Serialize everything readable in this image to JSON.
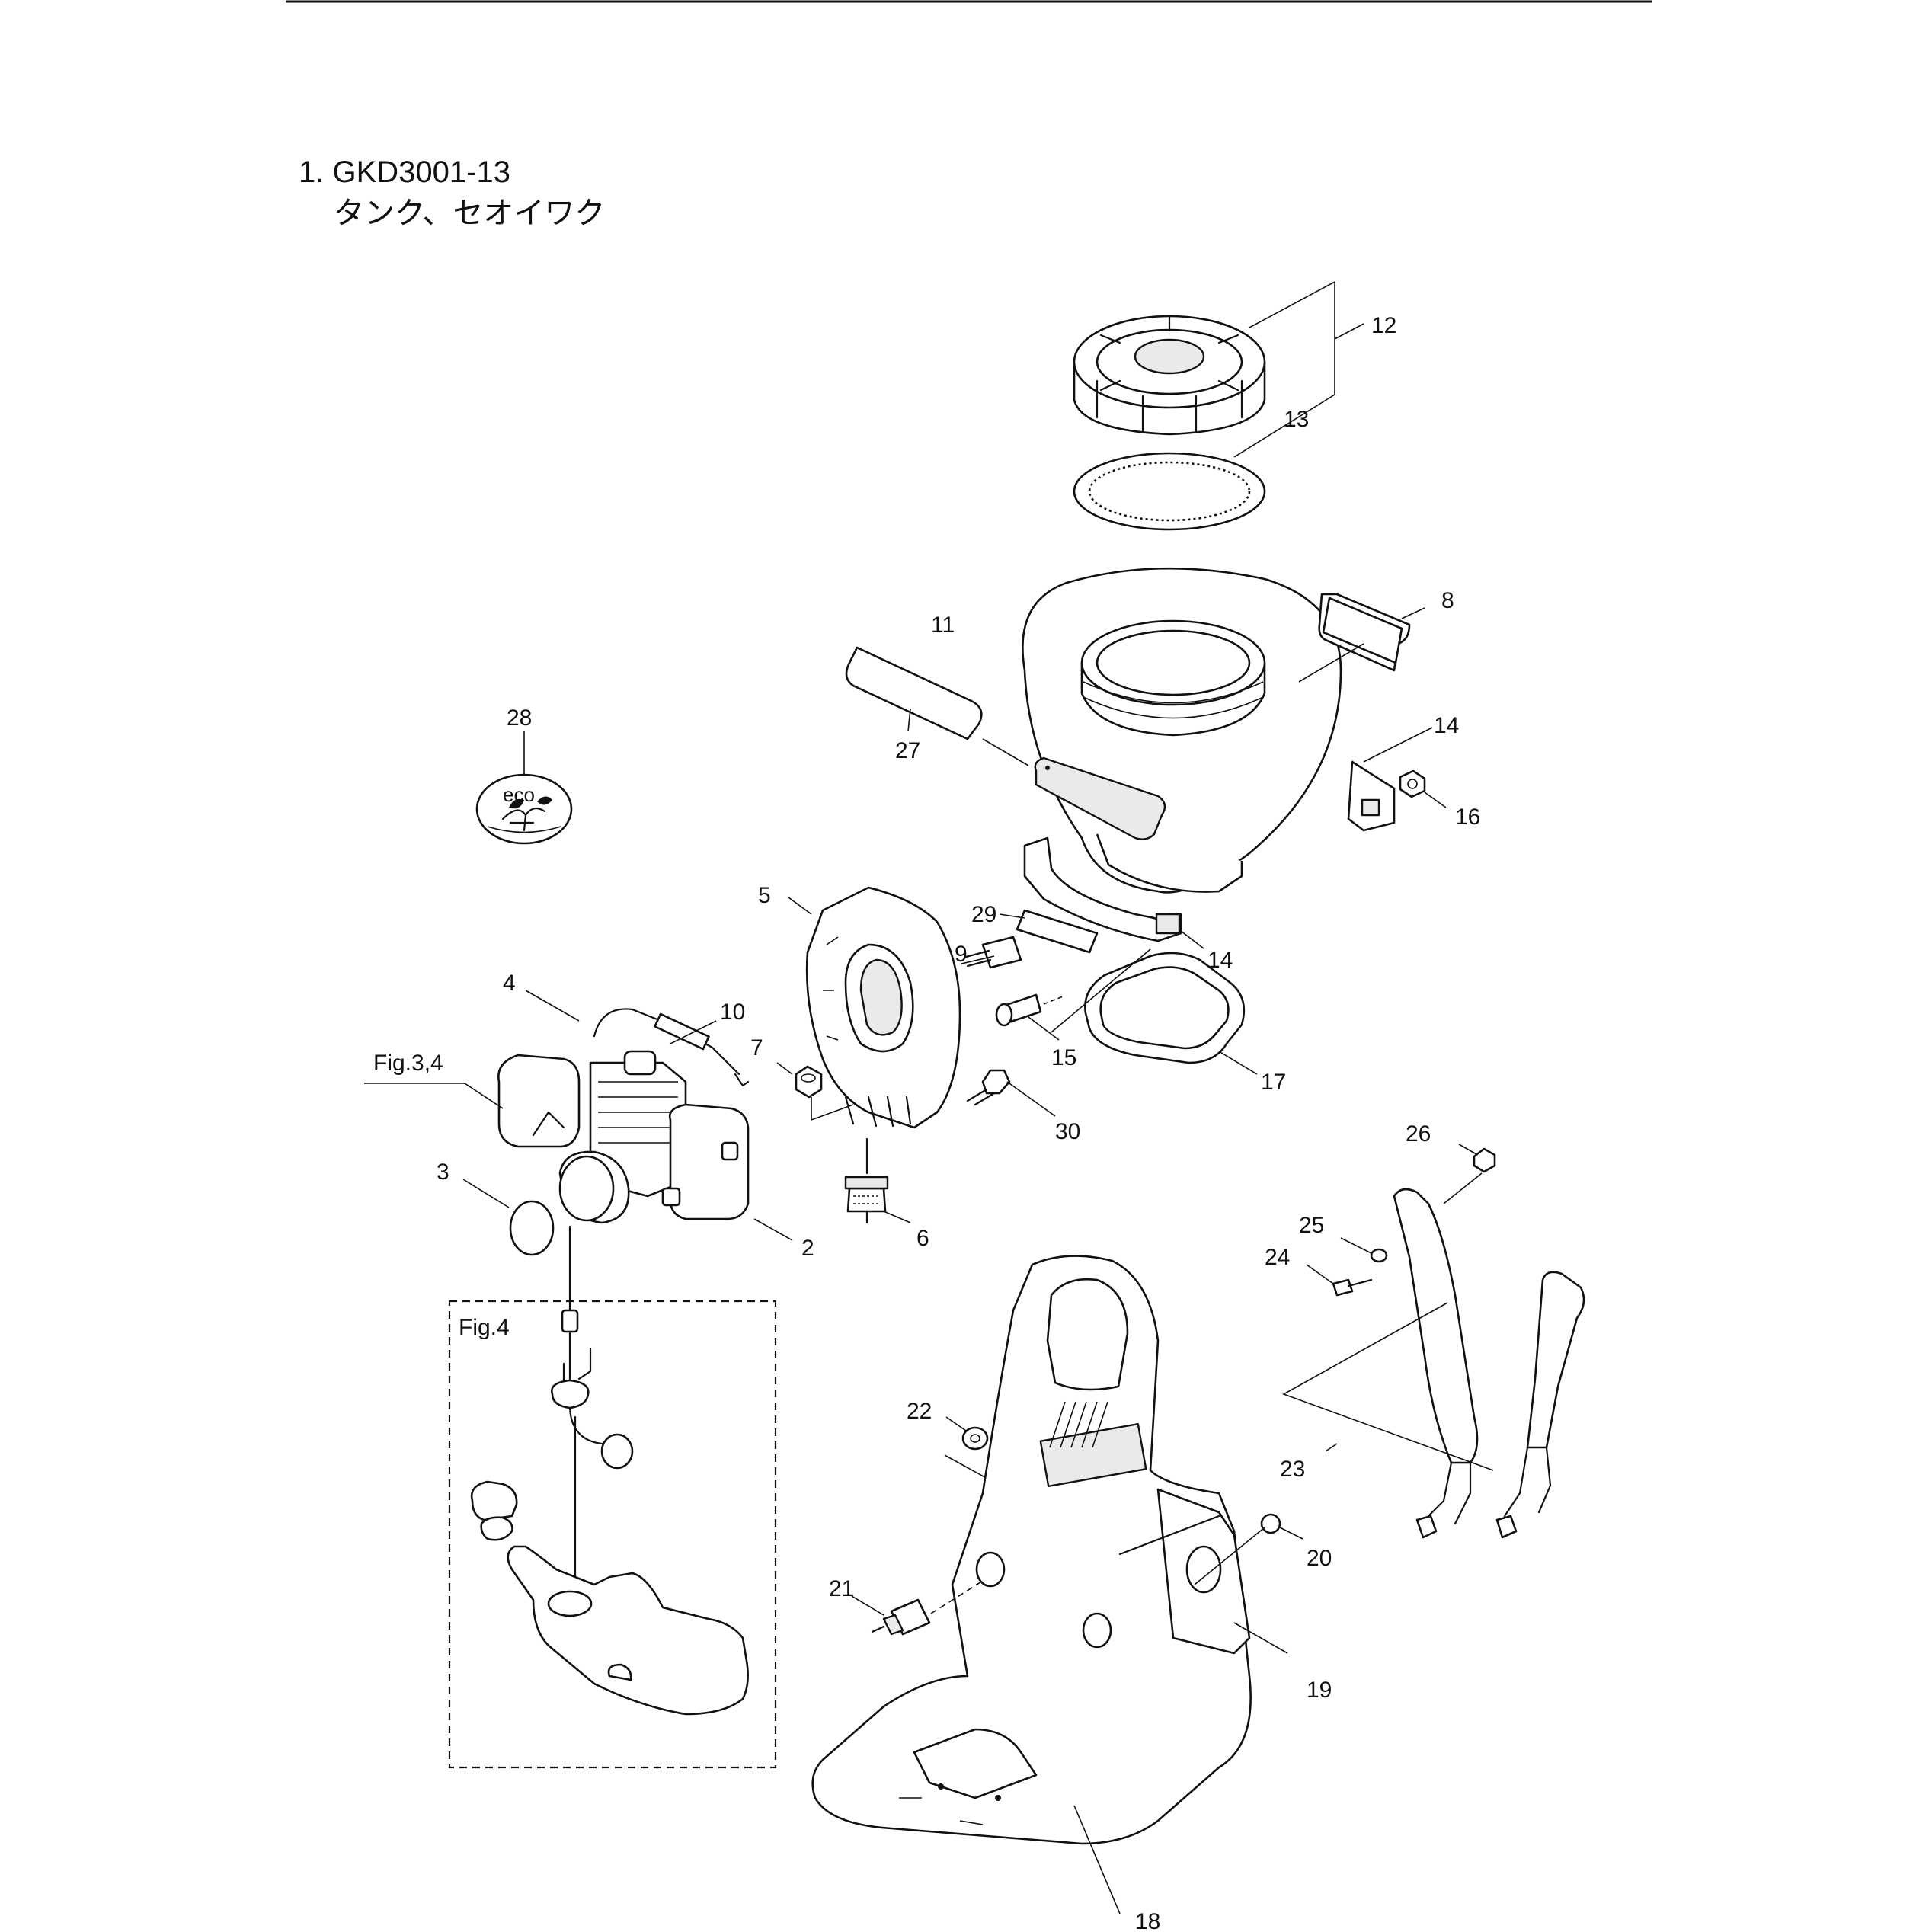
{
  "header": {
    "title_code": "1. GKD3001-13",
    "title_name": "タンク、セオイワク"
  },
  "figure_refs": {
    "engine_ref": "Fig.3,4",
    "fuel_tank_box": "Fig.4"
  },
  "logo": {
    "text": "eco"
  },
  "callouts": [
    "2",
    "3",
    "4",
    "5",
    "6",
    "7",
    "8",
    "9",
    "10",
    "11",
    "12",
    "13",
    "14",
    "14",
    "15",
    "16",
    "17",
    "18",
    "19",
    "20",
    "21",
    "22",
    "23",
    "24",
    "25",
    "26",
    "27",
    "28",
    "29",
    "30"
  ],
  "colors": {
    "ink": "#111111",
    "paper": "#ffffff"
  }
}
